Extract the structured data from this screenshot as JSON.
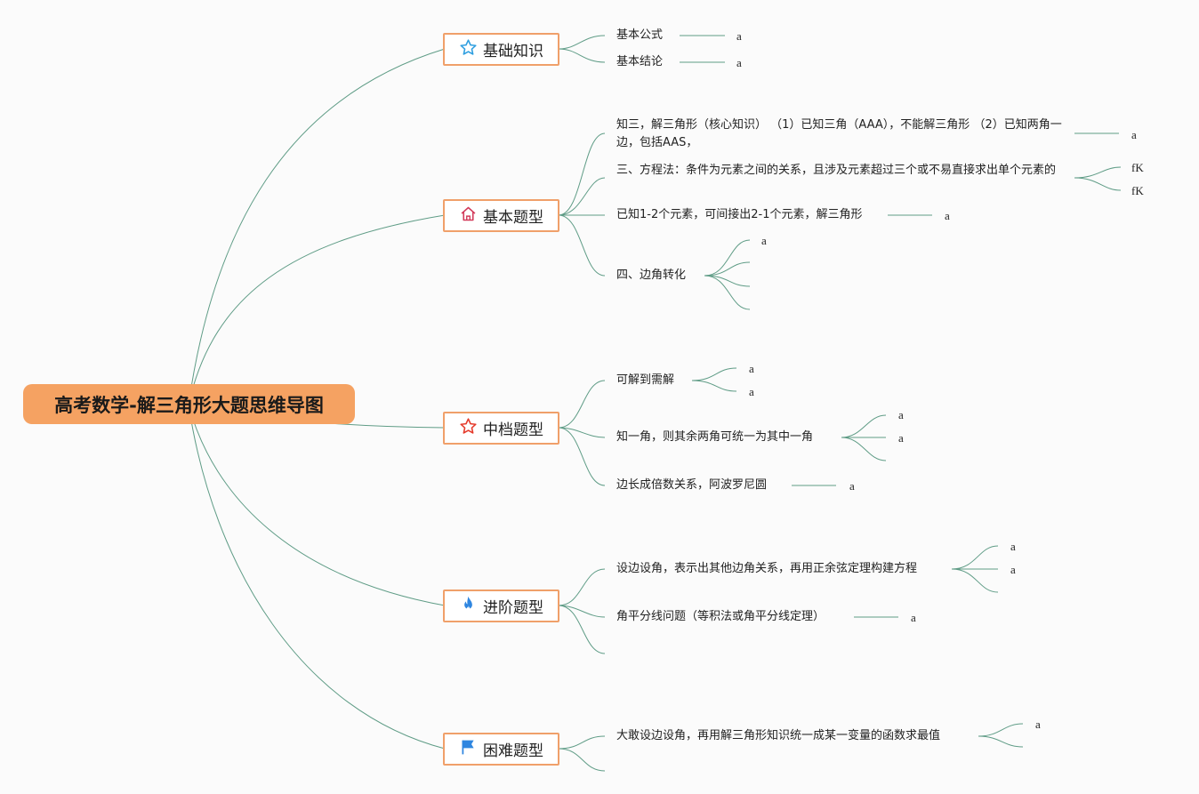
{
  "root": "高考数学-解三角形大题思维导图",
  "branches": [
    {
      "label": "基础知识",
      "icon": "star-outline-icon",
      "icon_color": "#2f9fe0"
    },
    {
      "label": "基本题型",
      "icon": "home-icon",
      "icon_color": "#d23a5a"
    },
    {
      "label": "中档题型",
      "icon": "star-outline-icon",
      "icon_color": "#e53b2c"
    },
    {
      "label": "进阶题型",
      "icon": "flame-icon",
      "icon_color": "#2f86e0"
    },
    {
      "label": "困难题型",
      "icon": "flag-icon",
      "icon_color": "#2f86e0"
    }
  ],
  "topics": {
    "b1_t1": "基本公式",
    "b1_t2": "基本结论",
    "b2_t1": "知三，解三角形（核心知识） （1）已知三角（AAA），不能解三角形 （2）已知两角一边，包括AAS，",
    "b2_t2": "三、方程法：条件为元素之间的关系，且涉及元素超过三个或不易直接求出单个元素的",
    "b2_t3": "已知1-2个元素，可间接出2-1个元素，解三角形",
    "b2_t4": "四、边角转化",
    "b3_t1": "可解到需解",
    "b3_t2": "知一角，则其余两角可统一为其中一角",
    "b3_t3": "边长成倍数关系，阿波罗尼圆",
    "b4_t1": "设边设角，表示出其他边角关系，再用正余弦定理构建方程",
    "b4_t2": "角平分线问题（等积法或角平分线定理）",
    "b5_t1": "大敢设边设角，再用解三角形知识统一成某一变量的函数求最值"
  },
  "leaves": {
    "b1_t1": "a",
    "b1_t2": "a",
    "b2_t1": "a",
    "b2_t2": [
      "fK",
      "fK"
    ],
    "b2_t3": "a",
    "b2_t4": "a",
    "b3_t1": [
      "a",
      "a"
    ],
    "b3_t2": [
      "a",
      "a"
    ],
    "b3_t3": "a",
    "b4_t1": [
      "a",
      "a"
    ],
    "b4_t2": "a",
    "b5_t1": "a"
  },
  "colors": {
    "root_fill": "#f5a262",
    "branch_border": "#f0a06a",
    "link": "#5f9c86",
    "background": "#fbfbfb"
  }
}
